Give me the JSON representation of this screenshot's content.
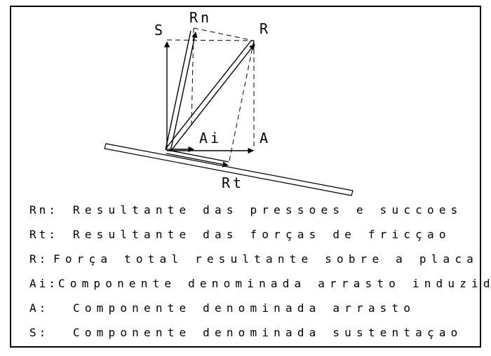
{
  "labels": {
    "rn": "Rn",
    "r": "R",
    "s": "S",
    "ai": "Ai",
    "a": "A",
    "rt": "Rt"
  },
  "legend": [
    {
      "symbol": "Rn:",
      "text": "Resultante das pressoes e succoes"
    },
    {
      "symbol": "Rt:",
      "text": "Resultante das forças de fricçao"
    },
    {
      "symbol": "R:",
      "text": "Força total resultante sobre a placa"
    },
    {
      "symbol": "Ai:",
      "text": "Componente denominada arrasto induzido"
    },
    {
      "symbol": "A:",
      "text": "Componente denominada arrasto"
    },
    {
      "symbol": "S:",
      "text": "Componente denominada sustentaçao"
    }
  ]
}
